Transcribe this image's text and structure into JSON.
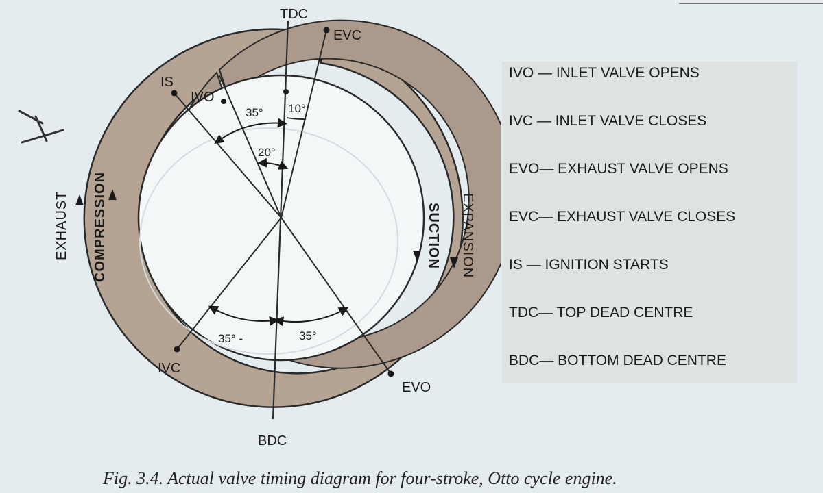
{
  "diagram": {
    "labels": {
      "tdc": "TDC",
      "bdc": "BDC",
      "evc": "EVC",
      "evo": "EVO",
      "ivo": "IVO",
      "ivc": "IVC",
      "is": "IS"
    },
    "strokes": {
      "exhaust": "EXHAUST",
      "compression": "COMPRESSION",
      "suction": "SUCTION",
      "expansion": "EXPANSION"
    },
    "angles": {
      "ivo_before_tdc": "35°",
      "evc_after_tdc": "10°",
      "is_before_tdc": "20°",
      "ivc_after_bdc": "35° -",
      "evo_before_bdc": "35°"
    }
  },
  "legend": [
    "IVO — INLET VALVE OPENS",
    "IVC  — INLET VALVE CLOSES",
    "EVO— EXHAUST VALVE OPENS",
    "EVC— EXHAUST VALVE CLOSES",
    "IS — IGNITION STARTS",
    "TDC— TOP DEAD CENTRE",
    "BDC— BOTTOM DEAD CENTRE"
  ],
  "caption": "Fig. 3.4. Actual valve timing diagram for four-stroke, Otto cycle engine.",
  "colors": {
    "ring": "#b5a394",
    "ring_dark": "#a9968a",
    "line": "#2a2a2a",
    "background": "#e4ecef"
  }
}
